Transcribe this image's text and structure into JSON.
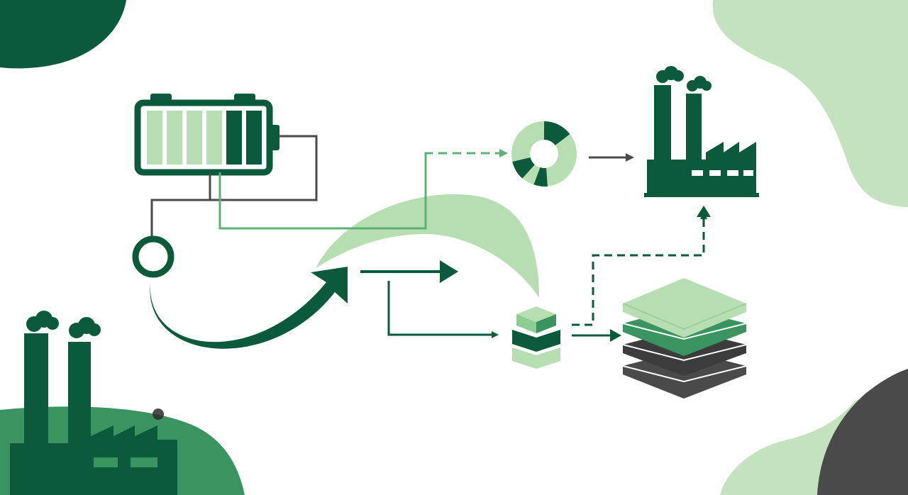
{
  "palette": {
    "dark_green": "#0b5a3c",
    "mid_green": "#3a9460",
    "light_green": "#b7ddb3",
    "pale_green": "#c3e3be",
    "charcoal": "#4a4a4a",
    "dark_grey": "#3c3c3c",
    "background": "#ffffff"
  },
  "icons": [
    "battery-icon",
    "circular-node-icon",
    "donut-ring-icon",
    "factory-icon",
    "stacked-blocks-icon",
    "layer-stack-icon"
  ],
  "battery": {
    "segments": 6,
    "filled_light": 4,
    "filled_dark": 2
  }
}
